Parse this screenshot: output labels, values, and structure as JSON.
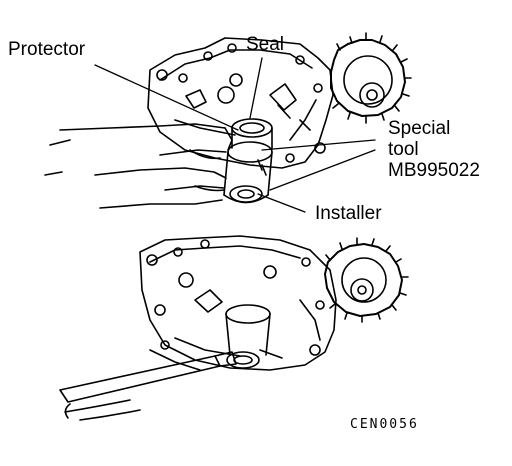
{
  "labels": {
    "protector": "Protector",
    "seal": "Seal",
    "special_tool_line1": "Special",
    "special_tool_line2": "tool",
    "special_tool_line3": "MB995022",
    "installer": "Installer"
  },
  "figure_code": "CEN0056",
  "colors": {
    "ink": "#000000",
    "paper": "#ffffff"
  }
}
